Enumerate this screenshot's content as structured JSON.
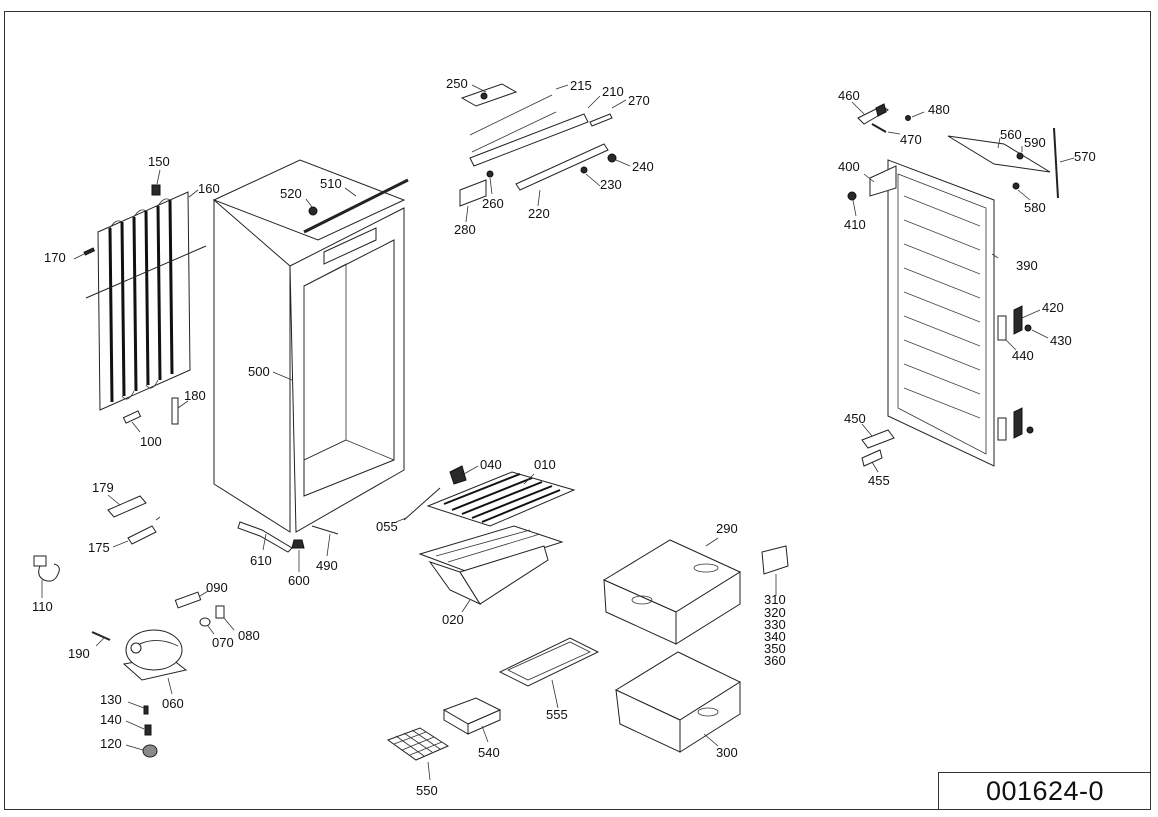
{
  "document_number": "001624-0",
  "part_labels": {
    "p010": "010",
    "p020": "020",
    "p040": "040",
    "p055": "055",
    "p060": "060",
    "p070": "070",
    "p080": "080",
    "p090": "090",
    "p100": "100",
    "p110": "110",
    "p120": "120",
    "p130": "130",
    "p140": "140",
    "p150": "150",
    "p160": "160",
    "p170": "170",
    "p175": "175",
    "p179": "179",
    "p180": "180",
    "p190": "190",
    "p210": "210",
    "p215": "215",
    "p220": "220",
    "p230": "230",
    "p240": "240",
    "p250": "250",
    "p260": "260",
    "p270": "270",
    "p280": "280",
    "p290": "290",
    "p300": "300",
    "p310": "310",
    "p320": "320",
    "p330": "330",
    "p340": "340",
    "p350": "350",
    "p360": "360",
    "p390": "390",
    "p400": "400",
    "p410": "410",
    "p420": "420",
    "p430": "430",
    "p440": "440",
    "p450": "450",
    "p455": "455",
    "p460": "460",
    "p470": "470",
    "p480": "480",
    "p490": "490",
    "p500": "500",
    "p510": "510",
    "p520": "520",
    "p540": "540",
    "p550": "550",
    "p555": "555",
    "p560": "560",
    "p570": "570",
    "p580": "580",
    "p590": "590",
    "p600": "600",
    "p610": "610"
  }
}
